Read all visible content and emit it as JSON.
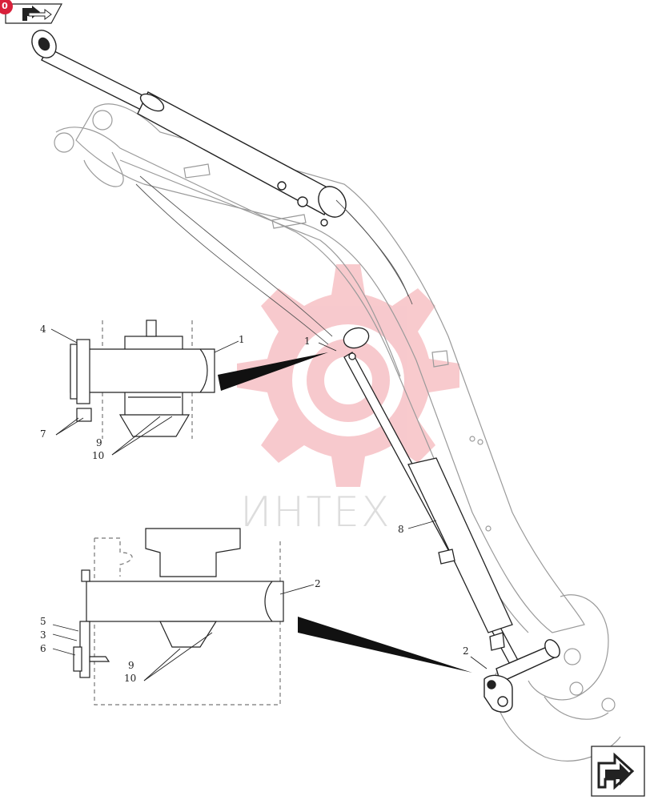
{
  "navigation": {
    "prev_label": "",
    "next_label": "",
    "badge_text": "0"
  },
  "watermark": {
    "text": "ИНТЕХ",
    "color": "#e8505b",
    "text_color": "#a8a8a8"
  },
  "callouts": {
    "c1": "1",
    "c1b": "1",
    "c2": "2",
    "c2b": "2",
    "c3": "3",
    "c4": "4",
    "c5": "5",
    "c6": "6",
    "c7": "7",
    "c8": "8",
    "c9a": "9",
    "c10a": "10",
    "c9b": "9",
    "c10b": "10"
  },
  "colors": {
    "line": "#222222",
    "ghost": "#9a9a9a",
    "badge": "#d8203a"
  }
}
